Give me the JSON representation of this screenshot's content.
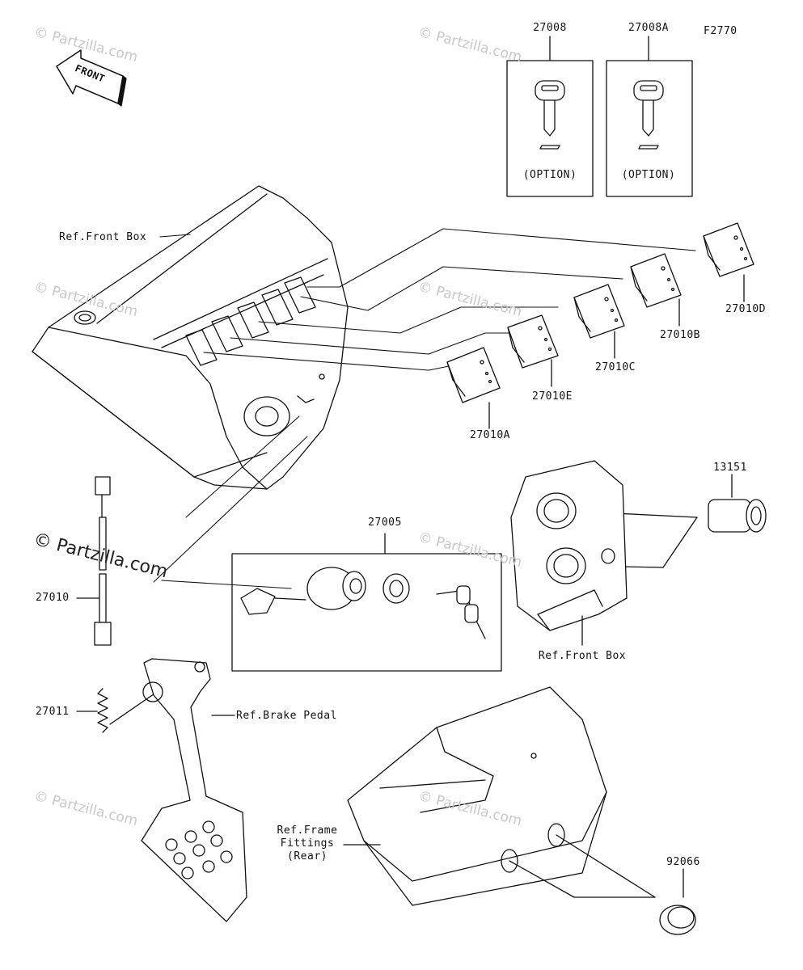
{
  "figure_code": "F2770",
  "watermark": "© Partzilla.com",
  "front_label": "FRONT",
  "parts": {
    "key_a": "27008",
    "key_b": "27008A",
    "key_a_note": "(OPTION)",
    "key_b_note": "(OPTION)",
    "switch_a": "27010A",
    "switch_b": "27010B",
    "switch_c": "27010C",
    "switch_d": "27010D",
    "switch_e": "27010E",
    "socket": "13151",
    "ignition_switch": "27005",
    "brake_switch": "27010",
    "spring": "27011",
    "cap": "92066"
  },
  "refs": {
    "front_box_top": "Ref.Front Box",
    "front_box_right": "Ref.Front Box",
    "brake_pedal": "Ref.Brake Pedal",
    "frame_fittings": "Ref.Frame\nFittings\n(Rear)"
  }
}
